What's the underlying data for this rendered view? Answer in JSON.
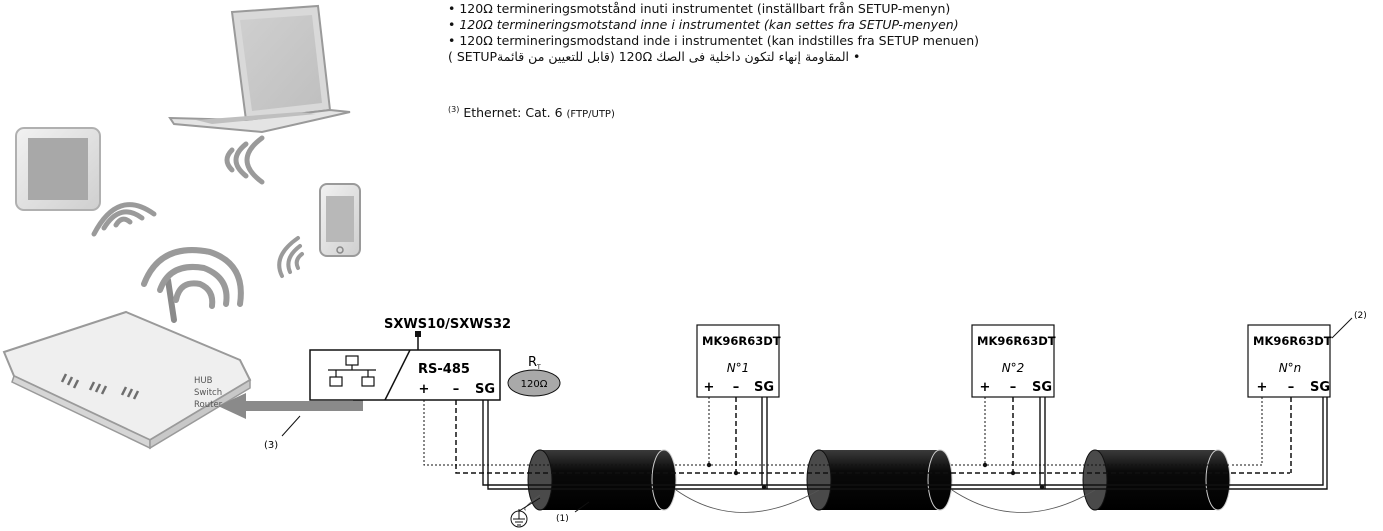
{
  "notes": {
    "line_sv": "• 120Ω termineringsmotstånd inuti instrumentet (inställbart från SETUP-menyn)",
    "line_no": "• 120Ω termineringsmotstand inne i instrumentet (kan settes fra SETUP-menyen)",
    "line_da": "• 120Ω termineringsmodstand inde i instrumentet (kan indstilles fra SETUP menuen)",
    "line_ar": "• المقاومة إنهاء لتكون داخلية فى الصك 120Ω (قابل للتعيين من قائمةSETUP )"
  },
  "footnote": {
    "marker": "(3)",
    "text": " Ethernet: Cat. 6 ",
    "small": "(FTP/UTP)"
  },
  "router": {
    "line1": "HUB",
    "line2": "Switch",
    "line3": "Router"
  },
  "gateway": {
    "model": "SXWS10/SXWS32",
    "bus": "RS-485",
    "terms": [
      "+",
      "–",
      "SG"
    ]
  },
  "terminator": {
    "label": "R",
    "subscript": "T",
    "value": "120Ω"
  },
  "instruments": [
    {
      "model": "MK96R63DT",
      "number": "N°1",
      "terms": [
        "+",
        "–",
        "SG"
      ]
    },
    {
      "model": "MK96R63DT",
      "number": "N°2",
      "terms": [
        "+",
        "–",
        "SG"
      ]
    },
    {
      "model": "MK96R63DT",
      "number": "N°n",
      "terms": [
        "+",
        "–",
        "SG"
      ]
    }
  ],
  "callouts": {
    "cable": "(1)",
    "device": "(2)",
    "ethernet": "(3)"
  }
}
